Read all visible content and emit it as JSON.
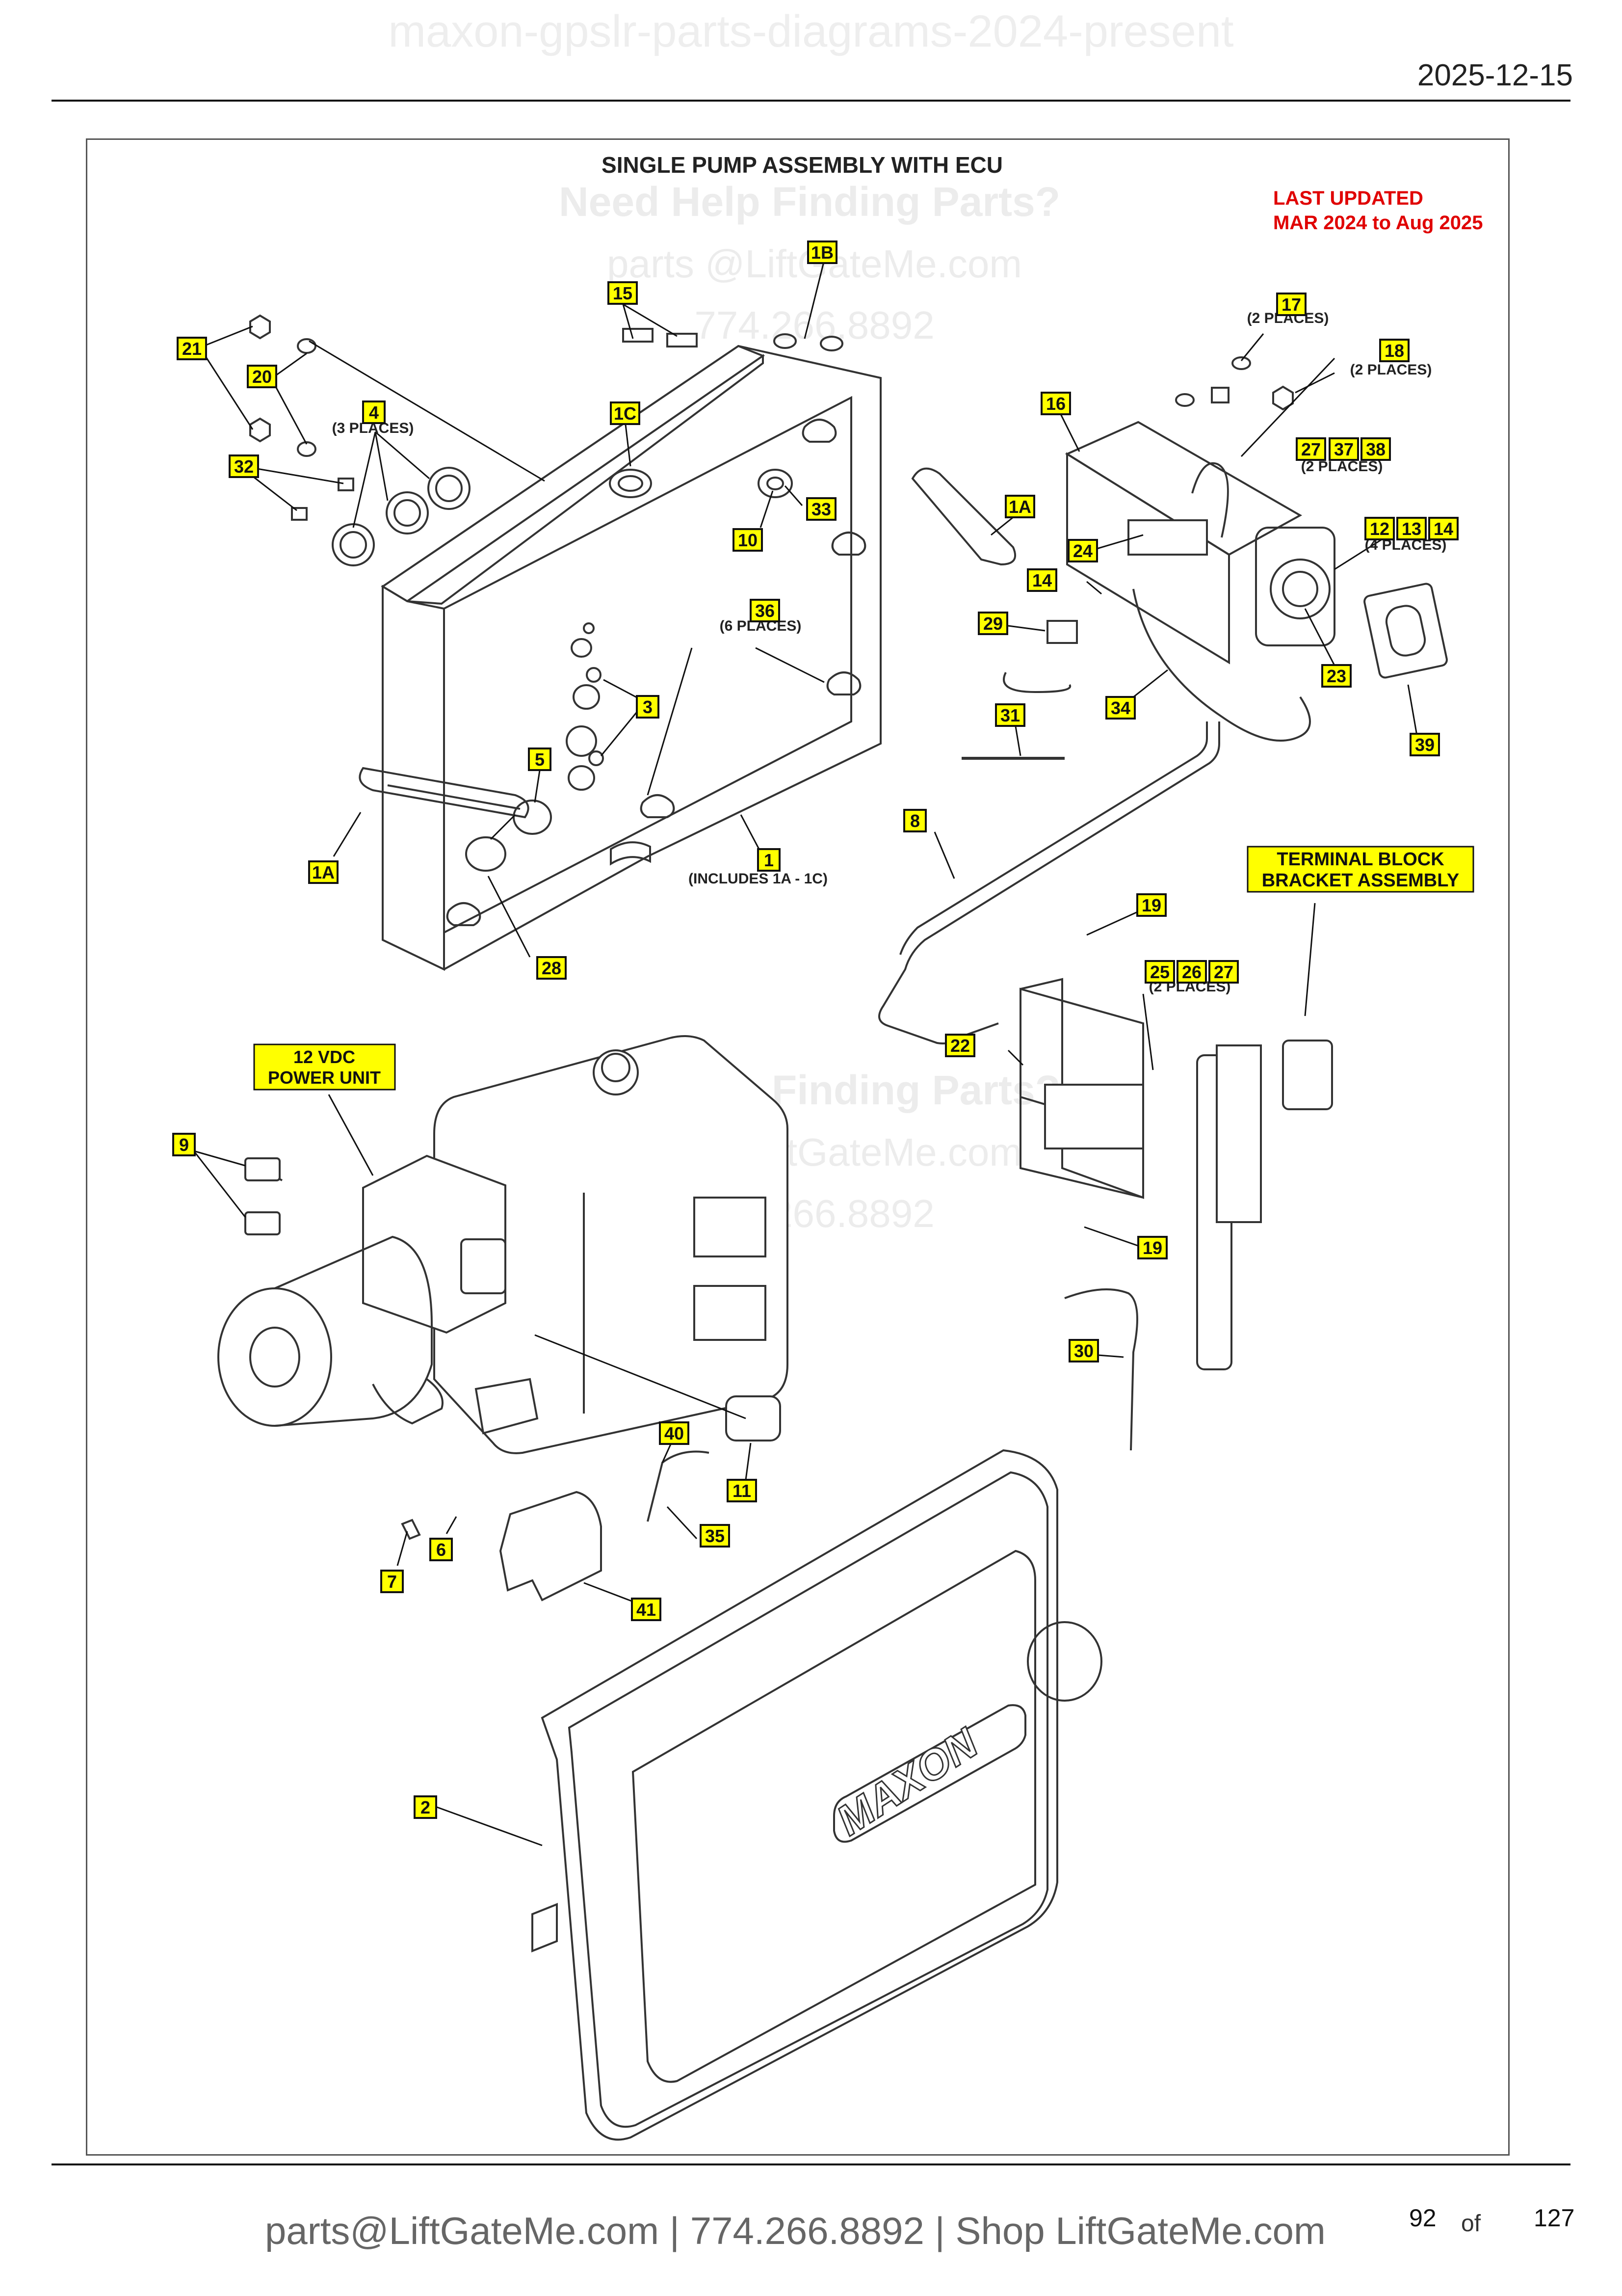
{
  "header": {
    "watermark": "maxon-gpslr-parts-diagrams-2024-present",
    "date": "2025-12-15"
  },
  "diagram": {
    "title": "SINGLE PUMP ASSEMBLY WITH ECU",
    "help": {
      "line1": "Need Help Finding Parts?",
      "line2": "parts @LiftGateMe.com",
      "line3": "774.266.8892"
    },
    "updated": {
      "line1": "LAST UPDATED",
      "line2": "MAR 2024 to Aug 2025"
    },
    "boxes": {
      "power_unit_1": "12 VDC",
      "power_unit_2": "POWER UNIT",
      "terminal_1": "TERMINAL BLOCK",
      "terminal_2": "BRACKET ASSEMBLY"
    },
    "callouts": {
      "c1": "1",
      "c1a_top": "1A",
      "c1a_left": "1A",
      "c1b": "1B",
      "c1c": "1C",
      "c2": "2",
      "c3": "3",
      "c4": "4",
      "c5": "5",
      "c6": "6",
      "c7": "7",
      "c8": "8",
      "c9": "9",
      "c10": "10",
      "c11": "11",
      "c12": "12",
      "c13": "13",
      "c14a": "14",
      "c14b": "14",
      "c15": "15",
      "c16": "16",
      "c17": "17",
      "c18": "18",
      "c19a": "19",
      "c19b": "19",
      "c20": "20",
      "c21": "21",
      "c22": "22",
      "c23": "23",
      "c24": "24",
      "c25": "25",
      "c26": "26",
      "c27a": "27",
      "c27b": "27",
      "c28": "28",
      "c29": "29",
      "c30": "30",
      "c31": "31",
      "c32": "32",
      "c33": "33",
      "c34": "34",
      "c35": "35",
      "c36": "36",
      "c37": "37",
      "c38": "38",
      "c39": "39",
      "c40": "40",
      "c41": "41"
    },
    "notes": {
      "n1": "(INCLUDES 1A - 1C)",
      "n4": "(3 PLACES)",
      "n17": "(2 PLACES)",
      "n18": "(2 PLACES)",
      "n27": "(2 PLACES)",
      "n12": "(4 PLACES)",
      "n36": "(6 PLACES)",
      "n25": "(2 PLACES)"
    },
    "logo": "MAXON"
  },
  "footer": {
    "contact": "parts@LiftGateMe.com | 774.266.8892 | Shop LiftGateMe.com",
    "page": "92",
    "of": "of",
    "total": "127"
  }
}
